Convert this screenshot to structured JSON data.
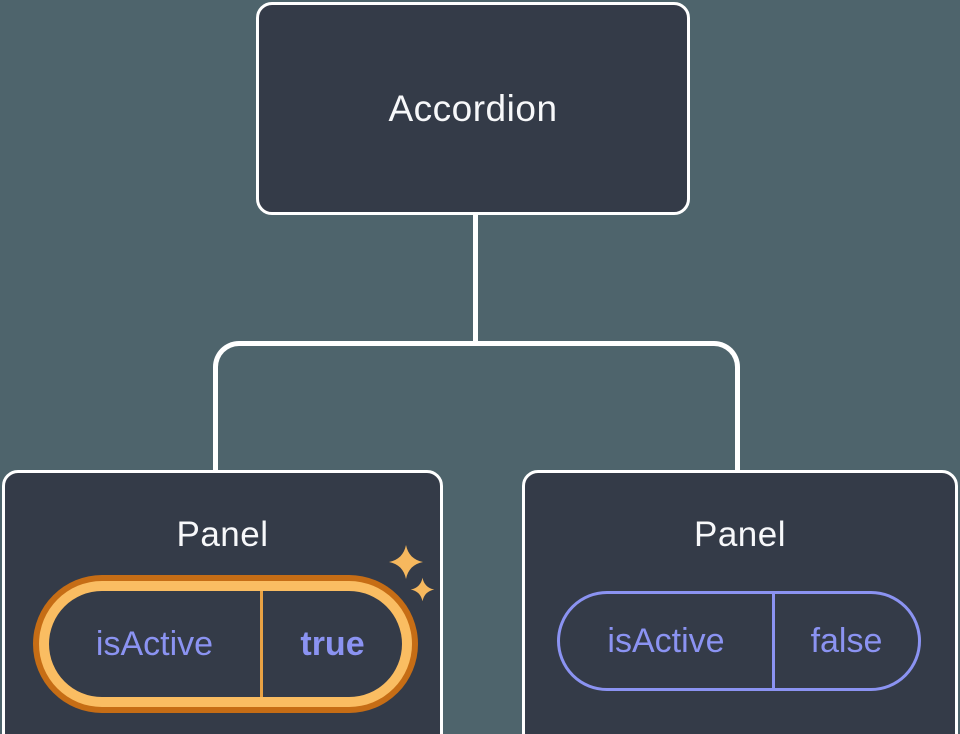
{
  "diagram": {
    "type": "component-tree",
    "root": {
      "label": "Accordion"
    },
    "children": [
      {
        "label": "Panel",
        "state": {
          "key": "isActive",
          "value": "true"
        },
        "highlighted": true
      },
      {
        "label": "Panel",
        "state": {
          "key": "isActive",
          "value": "false"
        },
        "highlighted": false
      }
    ]
  },
  "icons": {
    "sparkle_large": "sparkle-icon",
    "sparkle_small": "sparkle-icon"
  },
  "colors": {
    "background": "#4E646C",
    "node_fill": "#343B48",
    "node_border": "#FFFFFF",
    "connector": "#FFFFFF",
    "title_text": "#F7F8FA",
    "state_text": "#8B93F2",
    "inactive_pill_border": "#8B93F2",
    "active_ring_outer": "#C66D15",
    "active_ring_inner": "#FABD62",
    "active_divider": "#E9A244",
    "sparkle": "#F6B85E"
  }
}
